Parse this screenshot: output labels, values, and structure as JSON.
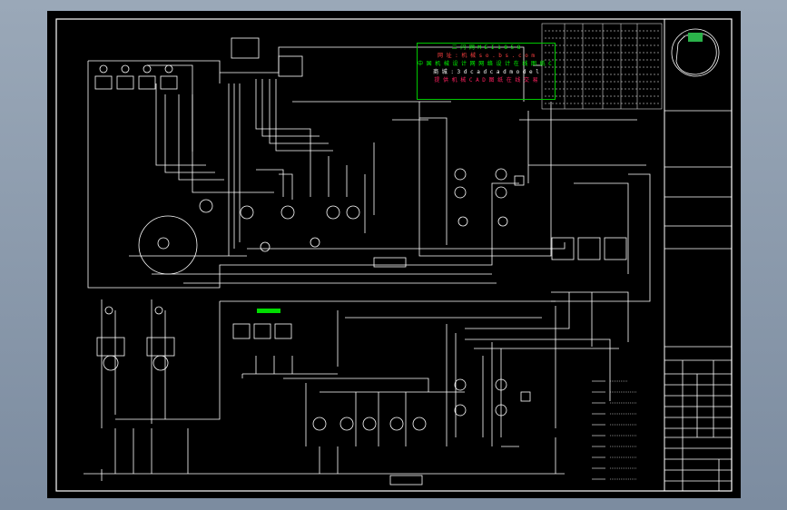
{
  "watermark": {
    "line1": "三 闪 网  M E I 1 8 5 8",
    "line2": "网 址 : 机 械  s o . b s . c o m",
    "line3": "中 国 机 械 设 计 网  网 络  设 计 在 线  图 纸 C A D",
    "line4": "商 城 : 3 d c a d  c a d  m o d e l",
    "line5": "提 供 机 械 C A D 图 纸 在 线 交 易"
  },
  "colors": {
    "background": "#8796a8",
    "sheet": "#000000",
    "lines": "#ffffff",
    "banner_border": "#00c800",
    "highlight": "#00dd00"
  }
}
